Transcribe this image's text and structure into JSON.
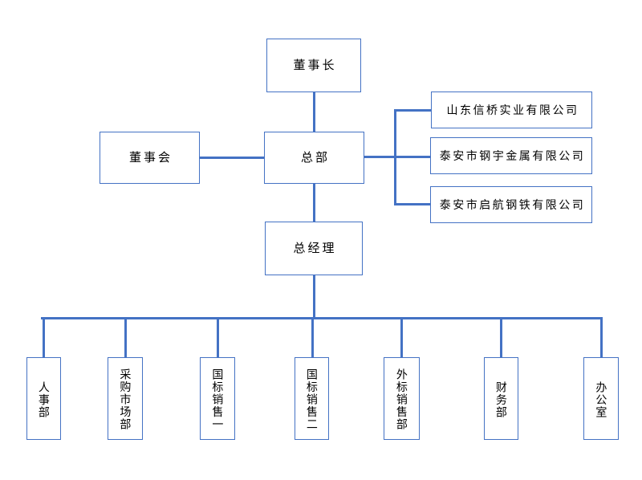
{
  "colors": {
    "line": "#4472C4",
    "border": "#4472C4",
    "text": "#000000",
    "background": "#FFFFFF"
  },
  "nodes": {
    "chairman": "董事长",
    "board": "董事会",
    "headquarters": "总部",
    "general_manager": "总经理",
    "subsidiaries": [
      "山东信桥实业有限公司",
      "泰安市钢宇金属有限公司",
      "泰安市启航钢铁有限公司"
    ],
    "departments": [
      "人事部",
      "采购市场部",
      "国标销售一",
      "国标销售二",
      "外标销售部",
      "财务部",
      "办公室"
    ]
  }
}
